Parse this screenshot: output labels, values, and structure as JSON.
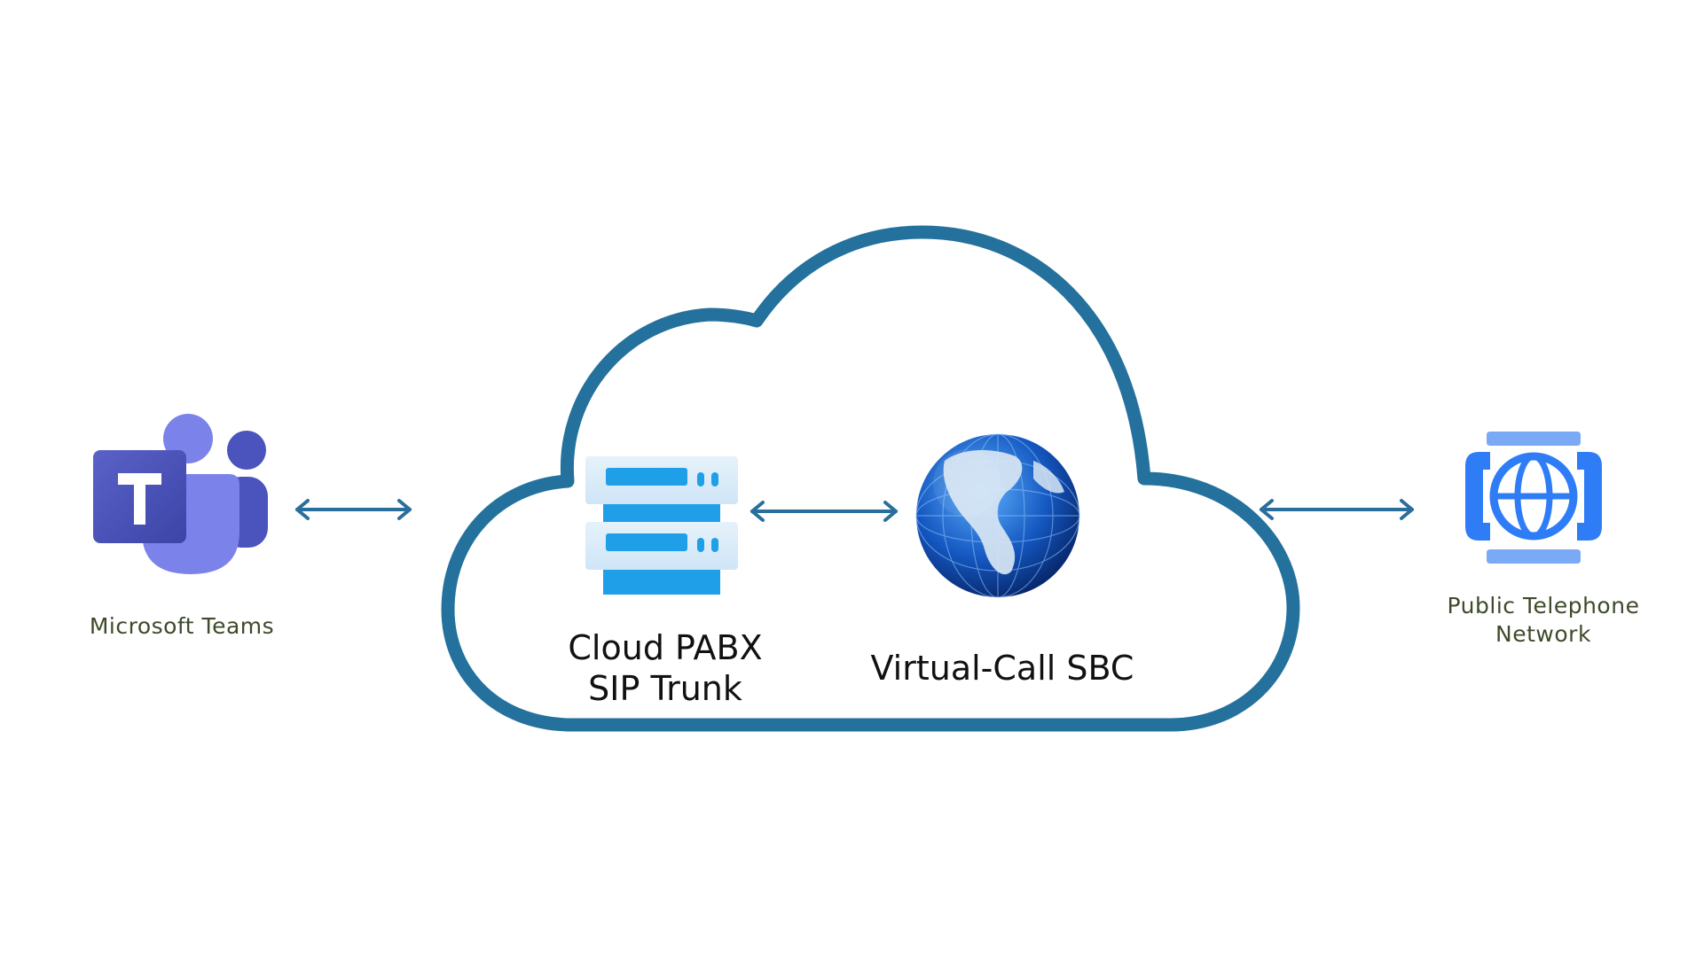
{
  "nodes": {
    "teams": {
      "label": "Microsoft Teams",
      "icon": "microsoft-teams-logo-icon"
    },
    "pabx": {
      "line1": "Cloud PABX",
      "line2": "SIP Trunk",
      "icon": "server-rack-icon"
    },
    "sbc": {
      "label": "Virtual-Call SBC",
      "icon": "globe-icon"
    },
    "pstn": {
      "label": "Public Telephone Network",
      "icon": "phone-globe-icon"
    }
  },
  "colors": {
    "cloud_outline": "#23719c",
    "arrow": "#2a6f9c",
    "label_green": "#3e4a2a",
    "teams_purple": "#5b5fc7",
    "server_blue": "#1e9fe8",
    "pstn_blue": "#2f7df6"
  }
}
